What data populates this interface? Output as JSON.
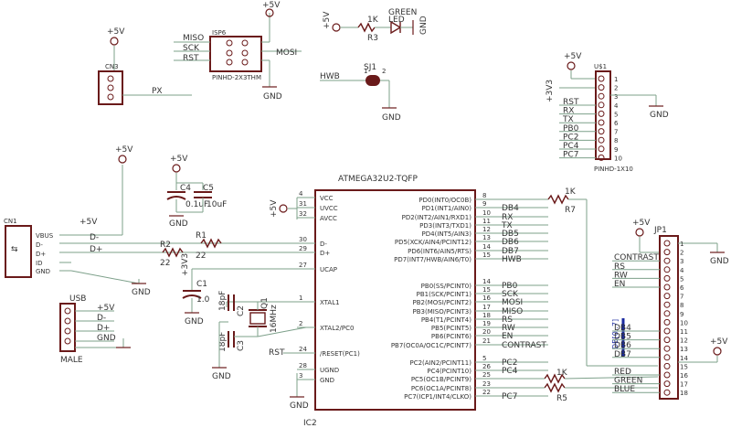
{
  "usb": {
    "ref": "CN1",
    "pins": [
      "VBUS",
      "D-",
      "D+",
      "ID",
      "GND"
    ],
    "wires": [
      "D-",
      "D+"
    ],
    "vbus": "+5V",
    "gnd": "GND"
  },
  "cn3": {
    "ref": "CN3",
    "pwr": "+5V",
    "net": "PX"
  },
  "isp": {
    "ref": "ISP6",
    "pkg": "PINHD-2X3THM",
    "pwr": "+5V",
    "gnd": "GND",
    "left": [
      "MISO",
      "SCK",
      "RST"
    ],
    "right": "MOSI"
  },
  "led": {
    "pwr": "+5V",
    "r": "R3",
    "rv": "1K",
    "name": "LED",
    "color": "GREEN",
    "gnd": "GND"
  },
  "sj": {
    "ref": "SJ1",
    "net": "HWB",
    "p1": "1",
    "p2": "2",
    "gnd": "GND"
  },
  "u1": {
    "ref": "U$1",
    "pkg": "PINHD-1X10",
    "pwr": "+5V",
    "v33": "+3V3",
    "gnd": "GND",
    "labels": [
      "RST",
      "RX",
      "TX",
      "PB0",
      "PC2",
      "PC4",
      "PC7"
    ],
    "nums": [
      "1",
      "2",
      "3",
      "4",
      "5",
      "6",
      "7",
      "8",
      "9",
      "10"
    ]
  },
  "caps": {
    "pwr": "+5V",
    "c4": "C4",
    "c5": "C5",
    "c4v": "0.1uF",
    "c5v": "10uF",
    "gnd": "GND"
  },
  "rsig": {
    "r1": "R1",
    "r2": "R2",
    "v1": "22",
    "v2": "22",
    "vbus": "+5V"
  },
  "c1": {
    "ref": "C1",
    "val": "1.0",
    "v33": "+3V3",
    "gnd": "GND"
  },
  "xtal": {
    "c2": "C2",
    "c3": "C3",
    "c2v": "18pF",
    "c3v": "18pF",
    "q": "Q1",
    "qv": "16MHz",
    "gnd": "GND"
  },
  "mcu": {
    "name": "ATMEGA32U2-TQFP",
    "ref": "IC2",
    "pwr": "+5V",
    "left": [
      {
        "num": "4",
        "name": "VCC"
      },
      {
        "num": "31",
        "name": "UVCC"
      },
      {
        "num": "32",
        "name": "AVCC"
      },
      {
        "num": "30",
        "name": "D-"
      },
      {
        "num": "29",
        "name": "D+"
      },
      {
        "num": "27",
        "name": "UCAP"
      },
      {
        "num": "1",
        "name": "XTAL1"
      },
      {
        "num": "2",
        "name": "XTAL2/PC0"
      },
      {
        "num": "24",
        "name": "/RESET(PC1)"
      },
      {
        "num": "28",
        "name": "UGND"
      },
      {
        "num": "3",
        "name": "GND"
      }
    ],
    "right": [
      {
        "num": "8",
        "name": "PD0(INT0/OC0B)",
        "net": ""
      },
      {
        "num": "9",
        "name": "PD1(INT1/AIN0)",
        "net": "DB4"
      },
      {
        "num": "10",
        "name": "PD2(INT2/AIN1/RXD1)",
        "net": "RX"
      },
      {
        "num": "11",
        "name": "PD3(INT3/TXD1)",
        "net": "TX"
      },
      {
        "num": "12",
        "name": "PD4(INT5/AIN3)",
        "net": "DB5"
      },
      {
        "num": "13",
        "name": "PD5(XCK/AIN4/PCINT12)",
        "net": "DB6"
      },
      {
        "num": "14",
        "name": "PD6(INT6/AIN5/RTS)",
        "net": "DB7"
      },
      {
        "num": "15",
        "name": "PD7(INT7/HWB/AIN6/T0)",
        "net": "HWB"
      },
      {
        "num": "14",
        "name": "PB0(SS/PCINT0)",
        "net": "PB0"
      },
      {
        "num": "15",
        "name": "PB1(SCK/PCINT1)",
        "net": "SCK"
      },
      {
        "num": "16",
        "name": "PB2(MOSI/PCINT2)",
        "net": "MOSI"
      },
      {
        "num": "17",
        "name": "PB3(MISO/PCINT3)",
        "net": "MISO"
      },
      {
        "num": "18",
        "name": "PB4(T1/PCINT4)",
        "net": "RS"
      },
      {
        "num": "19",
        "name": "PB5(PCINT5)",
        "net": "RW"
      },
      {
        "num": "20",
        "name": "PB6(PCINT6)",
        "net": "EN"
      },
      {
        "num": "21",
        "name": "PB7(OC0A/OC1C/PCINT7)",
        "net": "CONTRAST"
      },
      {
        "num": "5",
        "name": "PC2(AIN2/PCINT11)",
        "net": "PC2"
      },
      {
        "num": "26",
        "name": "PC4(PCINT10)",
        "net": "PC4"
      },
      {
        "num": "25",
        "name": "PC5(OC1B/PCINT9)",
        "net": ""
      },
      {
        "num": "23",
        "name": "PC6(OC1A/PCINT8)",
        "net": ""
      },
      {
        "num": "22",
        "name": "PC7(ICP1/INT4/CLKO)",
        "net": "PC7"
      }
    ]
  },
  "r7": {
    "ref": "R7",
    "val": "1K"
  },
  "r5": {
    "ref": "R5",
    "val": "1K"
  },
  "jp1": {
    "ref": "JP1",
    "pwr": "+5V",
    "pwr2": "+5V",
    "gnd": "GND",
    "db_label": "DB[0..7]",
    "nums": [
      "1",
      "2",
      "3",
      "4",
      "5",
      "6",
      "7",
      "8",
      "9",
      "10",
      "11",
      "12",
      "13",
      "14",
      "15",
      "16",
      "17",
      "18"
    ],
    "labels": [
      "",
      "",
      "CONTRAST",
      "RS",
      "RW",
      "EN",
      "",
      "",
      "",
      "",
      "DB4",
      "DB5",
      "DB6",
      "DB7",
      "",
      "RED",
      "GREEN",
      "BLUE"
    ]
  },
  "usbhdr": {
    "title": "USB",
    "ref": "MALE",
    "labels": [
      "+5V",
      "D-",
      "D+",
      "GND"
    ]
  }
}
